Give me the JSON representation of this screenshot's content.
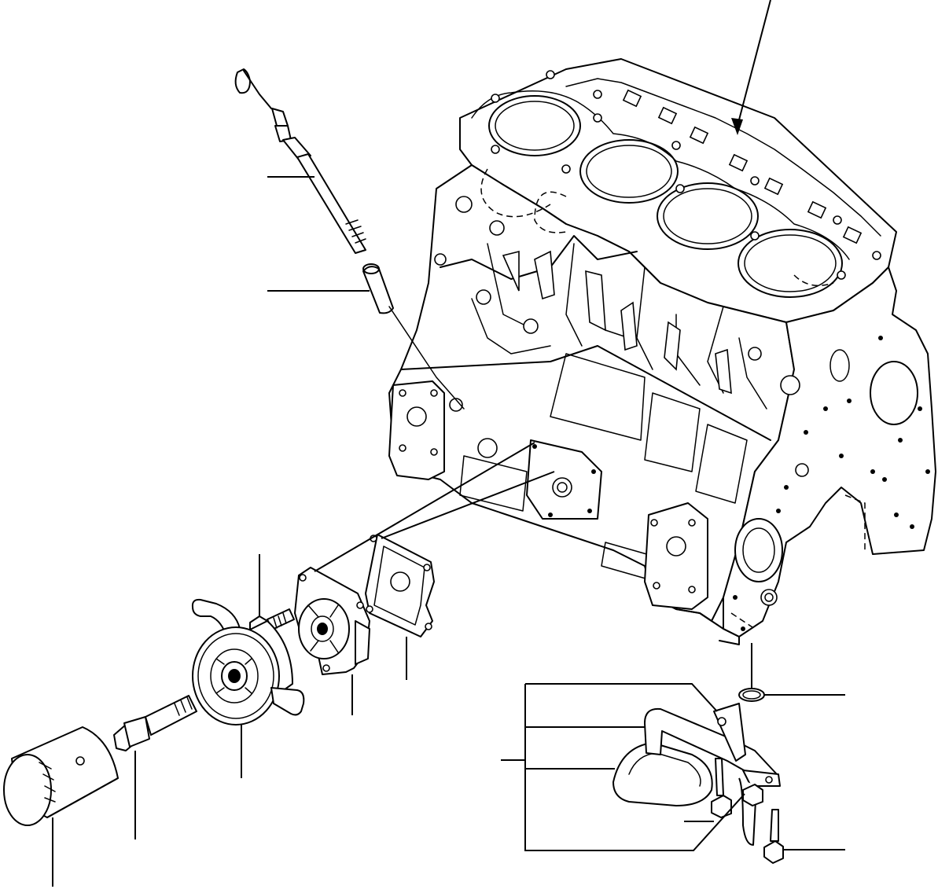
{
  "diagram": {
    "colors": {
      "line": "#000000",
      "background": "#ffffff"
    },
    "parts": [
      "cylinder-block",
      "oil-dipstick",
      "dipstick-guide-tube",
      "gasket",
      "oil-filter-bracket",
      "bolt",
      "oil-cooler",
      "connector-stud",
      "oil-filter-cartridge",
      "o-ring",
      "oil-strainer",
      "strainer-bolts"
    ]
  }
}
